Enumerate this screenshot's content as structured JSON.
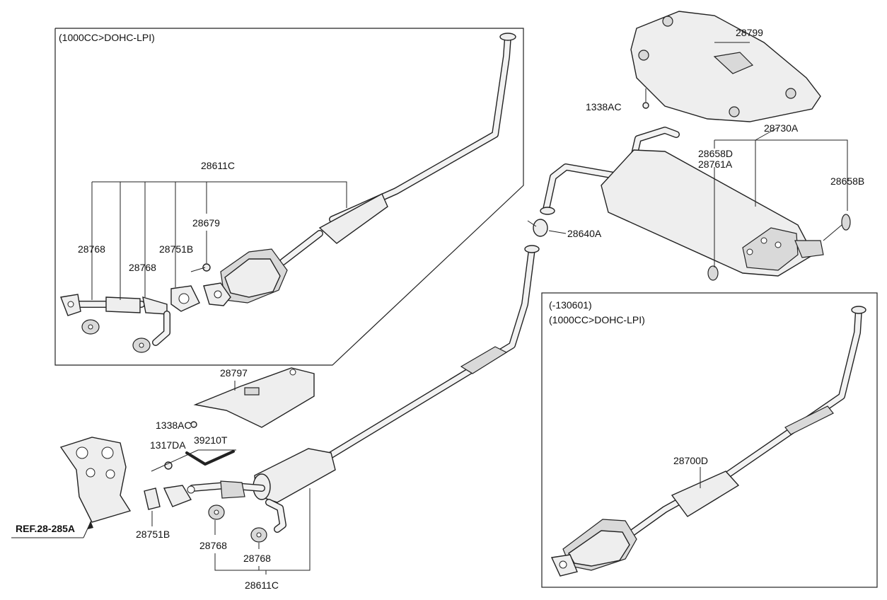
{
  "diagram": {
    "boxes": {
      "top_left_header": "(1000CC>DOHC-LPI)",
      "bottom_right_header_1": "(-130601)",
      "bottom_right_header_2": "(1000CC>DOHC-LPI)"
    },
    "labels": {
      "p28611C_top": "28611C",
      "p28679": "28679",
      "p28768_a": "28768",
      "p28751B_top": "28751B",
      "p28768_b": "28768",
      "p28799": "28799",
      "p1338AC_top": "1338AC",
      "p28730A": "28730A",
      "p28658D": "28658D",
      "p28761A": "28761A",
      "p28658B": "28658B",
      "p28640A": "28640A",
      "p28797": "28797",
      "p1338AC_mid": "1338AC",
      "p1317DA": "1317DA",
      "p39210T": "39210T",
      "ref": "REF.28-285A",
      "p28751B_bottom": "28751B",
      "p28768_c": "28768",
      "p28768_d": "28768",
      "p28611C_bottom": "28611C",
      "p28700D": "28700D"
    }
  }
}
